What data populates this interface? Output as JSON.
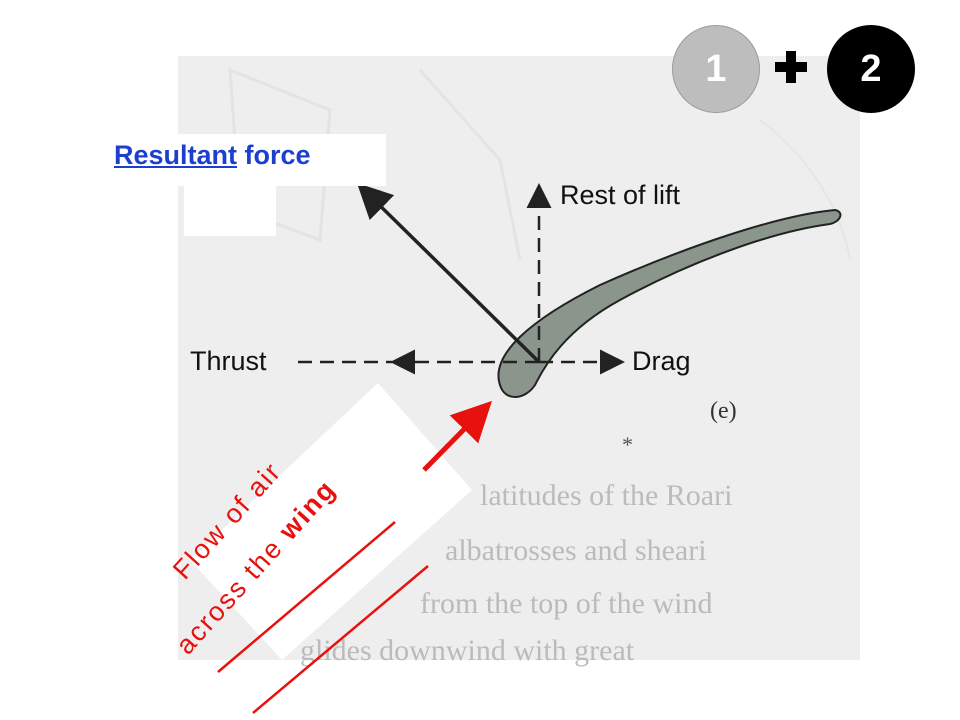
{
  "steps": {
    "first": "1",
    "second": "2"
  },
  "title": {
    "resultant": "Resultant",
    "force": "force"
  },
  "diagram_labels": {
    "rest_of_lift": "Rest of lift",
    "thrust": "Thrust",
    "drag": "Drag",
    "figure_tag": "(e)",
    "asterisk": "*"
  },
  "background_text": [
    "latitudes of the Roari",
    "albatrosses and sheari",
    "from the top of the wind",
    "glides downwind with great"
  ],
  "flow": {
    "line1": "Flow of air",
    "line2_prefix": "across the ",
    "line2_bold": "wing"
  },
  "colors": {
    "accent_red": "#e8110e",
    "link_blue": "#1d3fd0",
    "wing_fill": "#8a968c",
    "scan_bg": "#eeeeee"
  },
  "icons": {
    "plus": "plus-icon"
  }
}
